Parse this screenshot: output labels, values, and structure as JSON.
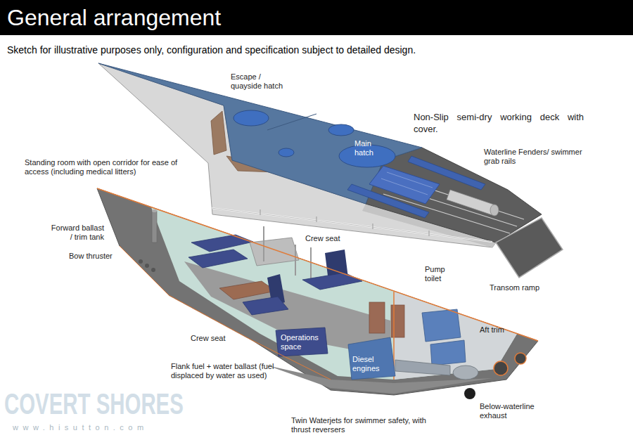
{
  "diagram": {
    "title": "General arrangement",
    "caption": "Sketch for illustrative purposes only, configuration and specification subject to detailed design.",
    "labels": [
      "Escape / quayside hatch",
      "Non-Slip semi-dry working deck with cover.",
      "Main hatch",
      "Waterline Fenders/ swimmer grab rails",
      "Standing room with open corridor for ease of access (including medical litters)",
      "Forward ballast / trim tank",
      "Bow thruster",
      "Crew seat",
      "Pump toilet",
      "Transom ramp",
      "Crew seat",
      "Operations space",
      "Diesel engines",
      "Aft trim",
      "Flank fuel + water ballast (fuel displaced by water as used)",
      "Twin Waterjets for swimmer safety, with thrust reversers",
      "Below-waterline exhaust",
      "COVERT SHORES",
      "www.hisutton.com"
    ]
  }
}
